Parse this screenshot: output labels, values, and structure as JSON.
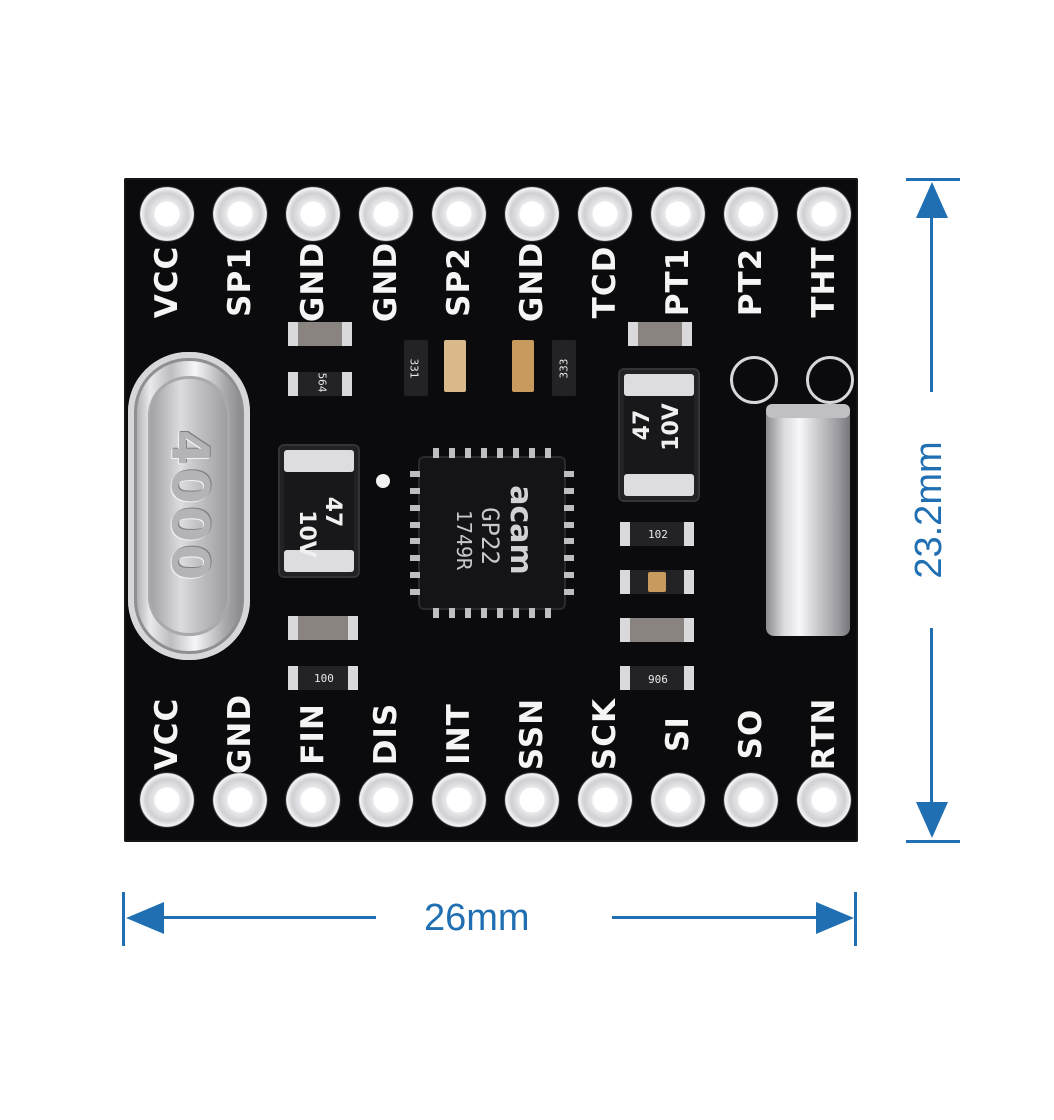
{
  "board": {
    "top_pins": [
      "VCC",
      "SP1",
      "GND",
      "GND",
      "SP2",
      "GND",
      "TCD",
      "PT1",
      "PT2",
      "THT"
    ],
    "bottom_pins": [
      "VCC",
      "GND",
      "FIN",
      "DIS",
      "INT",
      "SSN",
      "SCK",
      "SI",
      "SO",
      "RTN"
    ],
    "crystal_marking": "4000",
    "chip_marking": [
      "acam",
      "GP22",
      "1749R"
    ],
    "capacitor_left": {
      "value": "47",
      "voltage": "10V"
    },
    "capacitor_right": {
      "value": "47",
      "voltage": "10V"
    },
    "smd_codes": [
      "331",
      "333",
      "564",
      "102",
      "100",
      "906"
    ]
  },
  "dimensions": {
    "width": "26mm",
    "height": "23.2mm"
  },
  "colors": {
    "board": "#0b0b0d",
    "dimension": "#1f6fb2"
  }
}
